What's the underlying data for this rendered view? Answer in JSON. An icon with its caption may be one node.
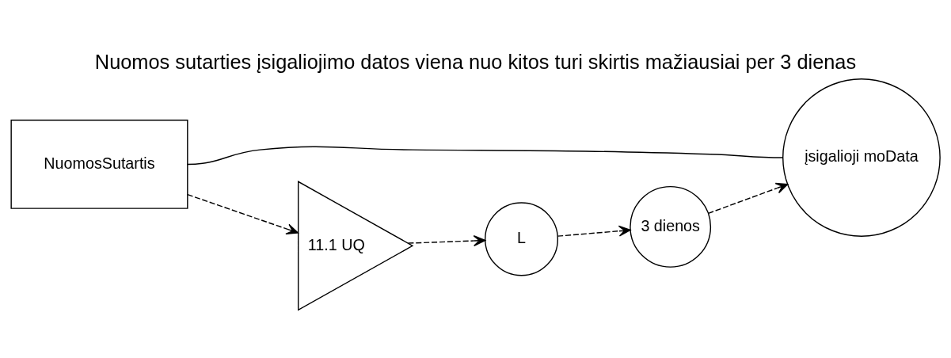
{
  "diagram": {
    "title": "Nuomos sutarties įsigaliojimo datos viena nuo kitos turi skirtis mažiausiai per 3 dienas",
    "nodes": [
      {
        "text": [
          "NuomosSutartis"
        ]
      },
      {
        "text": [
          "įsigalioji moData"
        ]
      },
      {
        "text": [
          "11.1 UQ"
        ]
      },
      {
        "text": [
          "L"
        ]
      },
      {
        "text": [
          "3 dienos"
        ]
      }
    ],
    "edges": [
      {
        "from": 0,
        "to": 1,
        "arrow": "none"
      },
      {
        "from": 0,
        "to": 2,
        "arrow": "to",
        "style": "dashed"
      },
      {
        "from": 2,
        "to": 3,
        "arrow": "to",
        "style": "dashed"
      },
      {
        "from": 3,
        "to": 4,
        "arrow": "to",
        "style": "dashed"
      },
      {
        "from": 4,
        "to": 1,
        "arrow": "to",
        "style": "dashed"
      }
    ]
  }
}
